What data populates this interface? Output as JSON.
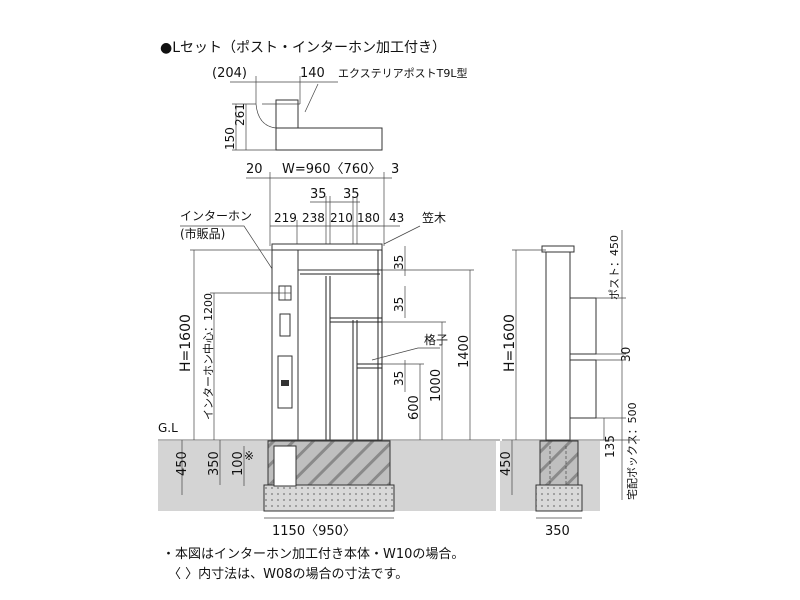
{
  "title": "●Lセット（ポスト・インターホン加工付き）",
  "plan": {
    "dim_204": "(204)",
    "dim_140": "140",
    "post_label": "エクステリアポストT9L型",
    "dim_150": "150",
    "dim_261": "261"
  },
  "front": {
    "dim_20": "20",
    "dim_width": "W=960〈760〉",
    "dim_3": "3",
    "dim_35a": "35",
    "dim_35b": "35",
    "dim_219": "219",
    "dim_238": "238",
    "dim_210": "210",
    "dim_180": "180",
    "dim_43": "43",
    "label_kasagi": "笠木",
    "label_intercom": "インターホン",
    "label_intercom_sub": "(市販品)",
    "dim_h": "H=1600",
    "dim_intercom_center": "インターホン中心：1200",
    "dim_35_right1": "35",
    "dim_35_right2": "35",
    "label_koshi": "格子",
    "dim_35_right3": "35",
    "dim_1400": "1400",
    "dim_1000": "1000",
    "dim_600": "600",
    "label_gl": "G.L",
    "dim_450": "450",
    "dim_350": "350",
    "dim_100": "100",
    "mark_note": "※",
    "dim_base": "1150〈950〉"
  },
  "side": {
    "dim_h": "H=1600",
    "dim_post": "ポスト：450",
    "dim_30": "30",
    "dim_delivery": "宅配ボックス：500",
    "dim_135": "135",
    "dim_450": "450",
    "dim_350": "350"
  },
  "notes": [
    "・本図はインターホン加工付き本体・W10の場合。",
    "〈 〉内寸法は、W08の場合の寸法です。"
  ]
}
